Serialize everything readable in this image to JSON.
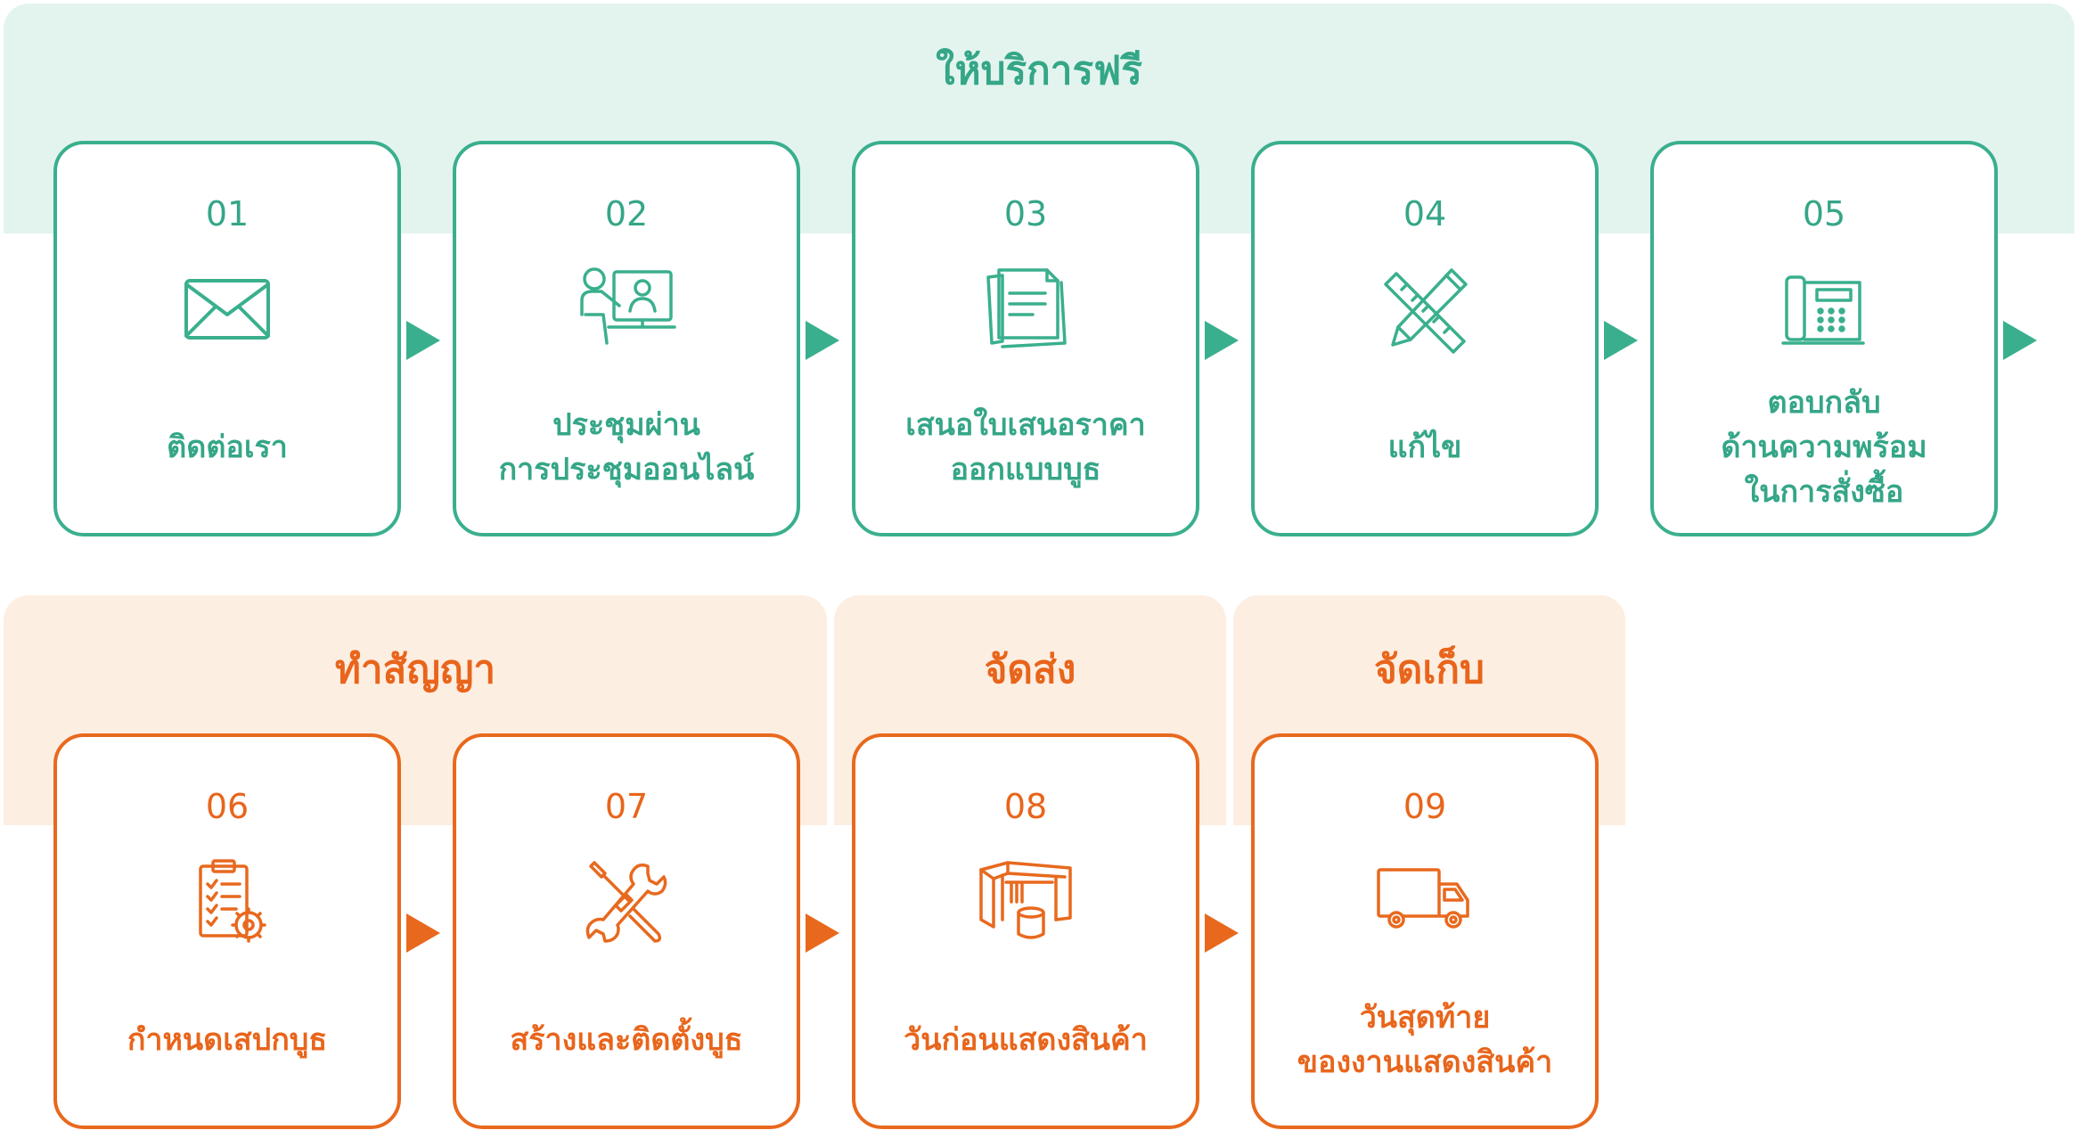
{
  "colors": {
    "green": "#3aaf8e",
    "green_band": "#e3f4ee",
    "orange": "#e8691e",
    "orange_band": "#fdeee2"
  },
  "groups": {
    "free_service": "ให้บริการฟรี",
    "contract": "ทำสัญญา",
    "delivery": "จัดส่ง",
    "storage": "จัดเก็บ"
  },
  "steps": [
    {
      "number": "01",
      "icon": "envelope-icon",
      "label": "ติดต่อเรา"
    },
    {
      "number": "02",
      "icon": "online-meeting-icon",
      "label": "ประชุมผ่าน\nการประชุมออนไลน์"
    },
    {
      "number": "03",
      "icon": "documents-icon",
      "label": "เสนอใบเสนอราคา\nออกแบบบูธ"
    },
    {
      "number": "04",
      "icon": "pencil-ruler-icon",
      "label": "แก้ไข"
    },
    {
      "number": "05",
      "icon": "telephone-icon",
      "label": "ตอบกลับ\nด้านความพร้อม\nในการสั่งซื้อ"
    },
    {
      "number": "06",
      "icon": "clipboard-gear-icon",
      "label": "กำหนดเสปกบูธ"
    },
    {
      "number": "07",
      "icon": "wrench-screwdriver-icon",
      "label": "สร้างและติดตั้งบูธ"
    },
    {
      "number": "08",
      "icon": "exhibition-booth-icon",
      "label": "วันก่อนแสดงสินค้า"
    },
    {
      "number": "09",
      "icon": "delivery-truck-icon",
      "label": "วันสุดท้าย\nของงานแสดงสินค้า"
    }
  ]
}
